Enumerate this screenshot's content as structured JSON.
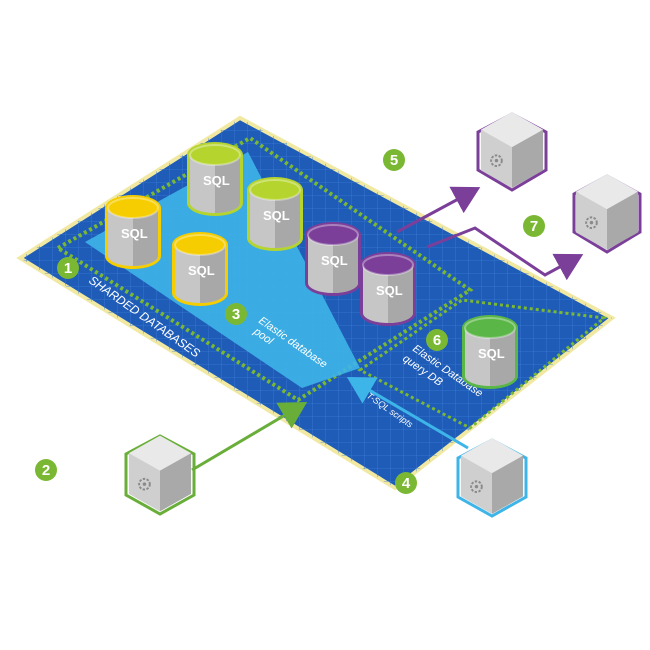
{
  "labels": {
    "sharded_databases": "SHARDED DATABASES",
    "elastic_pool_line1": "Elastic database",
    "elastic_pool_line2": "pool",
    "query_db_line1": "Elastic Database",
    "query_db_line2": "query DB",
    "tsql_scripts": "T-SQL scripts",
    "sql": "SQL"
  },
  "markers": [
    "1",
    "2",
    "3",
    "4",
    "5",
    "6",
    "7"
  ],
  "colors": {
    "platform_blue": "#1e5cb8",
    "grid_line": "#3a7bd5",
    "pool_cyan": "#3eb5e8",
    "border_yellow": "#f1e9a2",
    "dotted_green": "#7ab833",
    "marker_green": "#7ab833",
    "db_yellow": "#f5cd00",
    "db_lime": "#b5d42e",
    "db_purple": "#7b3f9a",
    "db_green": "#5ab646",
    "arrow_purple": "#7b3f9a",
    "arrow_green": "#6aae3a",
    "arrow_cyan": "#3eb5e8"
  },
  "icons": [
    "gear-icon"
  ]
}
